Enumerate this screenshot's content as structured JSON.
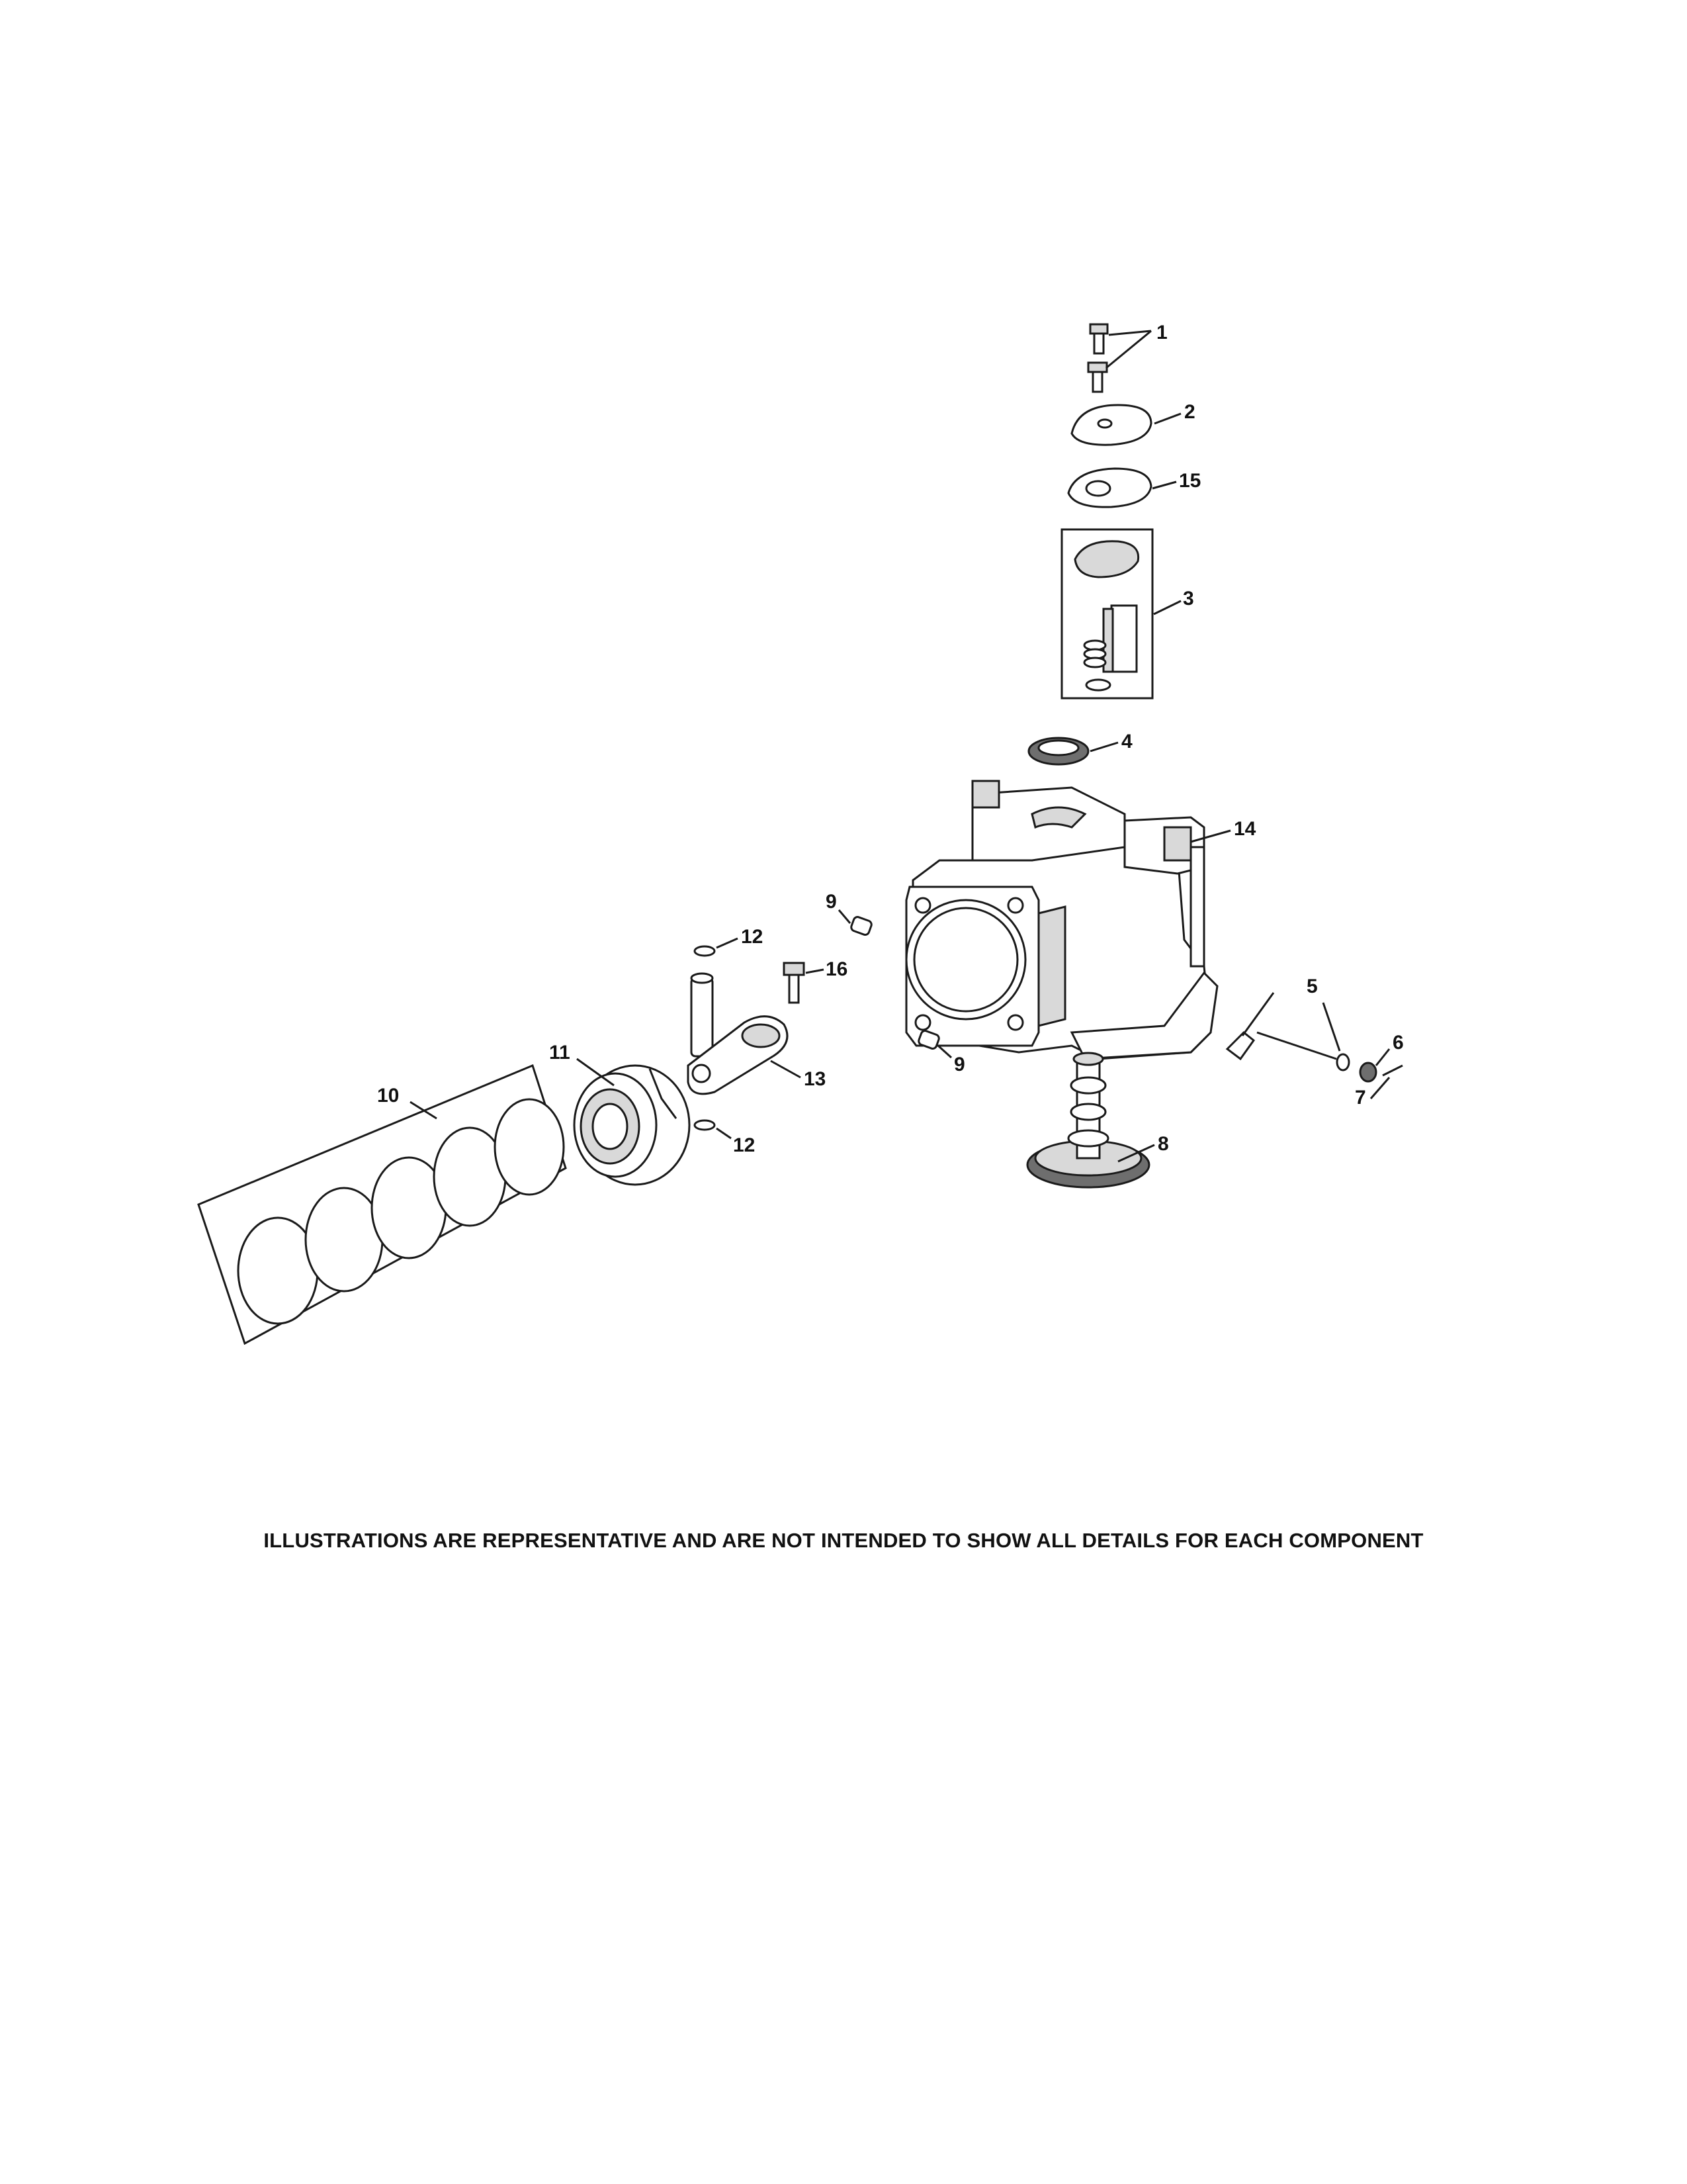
{
  "callouts": {
    "c1": "1",
    "c2": "2",
    "c3": "3",
    "c4": "4",
    "c5": "5",
    "c6": "6",
    "c7": "7",
    "c8": "8",
    "c9a": "9",
    "c9b": "9",
    "c10": "10",
    "c11": "11",
    "c12a": "12",
    "c12b": "12",
    "c13": "13",
    "c14": "14",
    "c15": "15",
    "c16": "16"
  },
  "disclaimer": "ILLUSTRATIONS ARE REPRESENTATIVE AND ARE NOT INTENDED TO SHOW ALL DETAILS FOR EACH COMPONENT"
}
